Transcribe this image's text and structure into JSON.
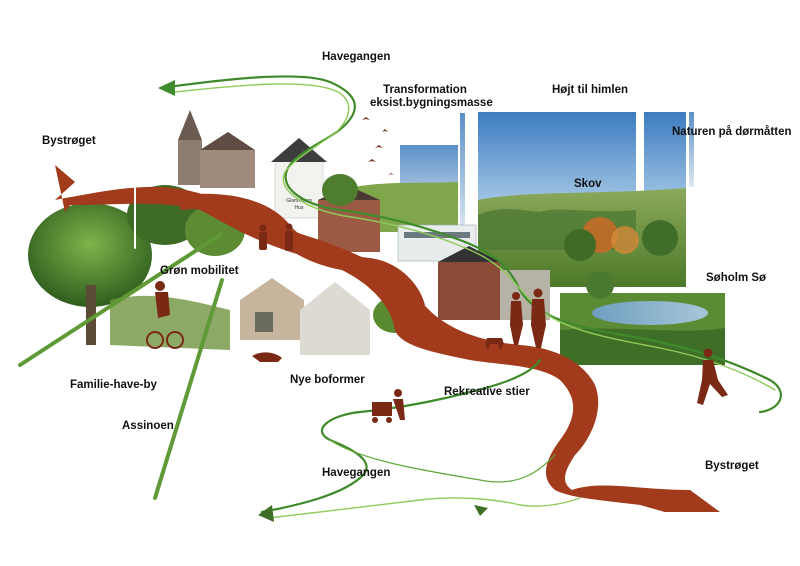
{
  "labels": {
    "havegangen_top": "Havegangen",
    "transformation_line1": "Transformation",
    "transformation_line2": "eksist.bygningsmasse",
    "hojt_til_himlen": "Højt til himlen",
    "bystroget_left": "Bystrøget",
    "naturen": "Naturen på dørmåtten",
    "skov": "Skov",
    "gron_mobilitet": "Grøn mobilitet",
    "soholm_so": "Søholm Sø",
    "familie_have_by": "Familie-have-by",
    "nye_boformer": "Nye boformer",
    "rekreative_stier": "Rekreative stier",
    "assinoen": "Assinoen",
    "havegangen_bottom": "Havegangen",
    "bystroget_right": "Bystrøget"
  },
  "sign_text": [
    "Glamsbjerg",
    "Hus"
  ],
  "colors": {
    "bystroget": "#a23a1c",
    "havegangen": "#3f8a2a",
    "havegangen_light": "#8fca5a",
    "sky_top": "#3f7fc0",
    "sky_bottom": "#cfe3f2",
    "field": "#6f9a3c",
    "silhouette": "#7a2a14"
  }
}
